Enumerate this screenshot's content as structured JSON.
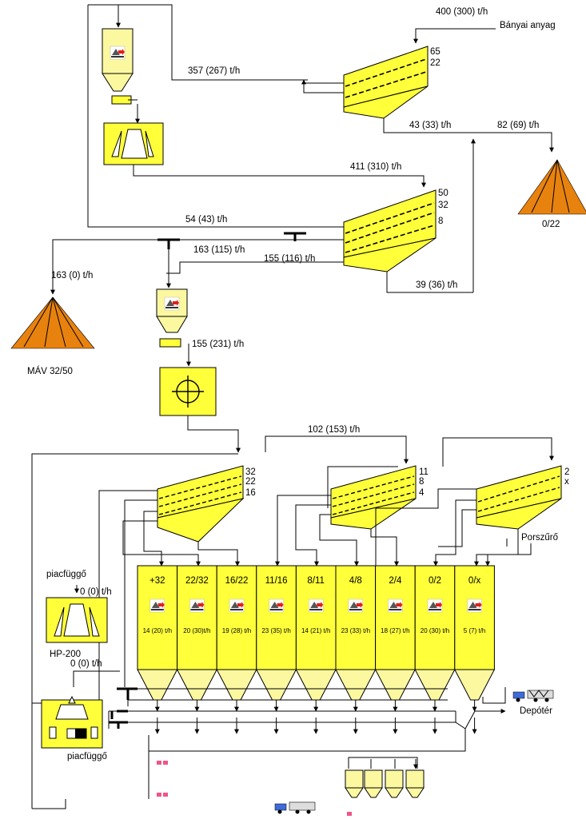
{
  "flows": {
    "feed": "400 (300) t/h",
    "recirc": "357 (267) t/h",
    "undersize1": "43 (33) t/h",
    "to_pile_022": "82 (69) t/h",
    "crusher_out": "411 (310) t/h",
    "return_top": "54 (43) t/h",
    "to_split": "163 (115) t/h",
    "screen2_mid": "155 (116) t/h",
    "to_mav": "163 (0) t/h",
    "screen2_under": "39 (36) t/h",
    "impactor_feed": "155 (231) t/h",
    "recycle_fine": "102 (153) t/h",
    "cone_feed": "0 (0) t/h",
    "hp_feed": "0 (0) t/h"
  },
  "labels": {
    "source": "Bányai anyag",
    "pile_022": "0/22",
    "pile_mav": "MÁV 32/50",
    "market1": "piacfüggő",
    "market2": "piacfüggő",
    "hp200": "HP-200",
    "porszuro": "Porszűrő",
    "depoter": "Depótér"
  },
  "screens": {
    "s1": [
      "65",
      "22"
    ],
    "s2": [
      "50",
      "32",
      "8"
    ],
    "s3": [
      "32",
      "22",
      "16"
    ],
    "s4": [
      "11",
      "8",
      "4"
    ],
    "s5": [
      "2",
      "x"
    ]
  },
  "bins": [
    {
      "name": "+32",
      "rate": "14 (20) t/h"
    },
    {
      "name": "22/32",
      "rate": "20 (30)t/h"
    },
    {
      "name": "16/22",
      "rate": "19 (28) t/h"
    },
    {
      "name": "11/16",
      "rate": "23 (35) t/h"
    },
    {
      "name": "8/11",
      "rate": "14 (21) t/h"
    },
    {
      "name": "4/8",
      "rate": "23 (33) t/h"
    },
    {
      "name": "2/4",
      "rate": "18 (27) t/h"
    },
    {
      "name": "0/2",
      "rate": "20 (30) t/h"
    },
    {
      "name": "0/x",
      "rate": "5 (7) t/h"
    }
  ],
  "colors": {
    "equipment": "#ffff3a",
    "hopper": "#fbf8a0",
    "stockpile": "#e8820e",
    "logo_red": "#e0201a"
  }
}
